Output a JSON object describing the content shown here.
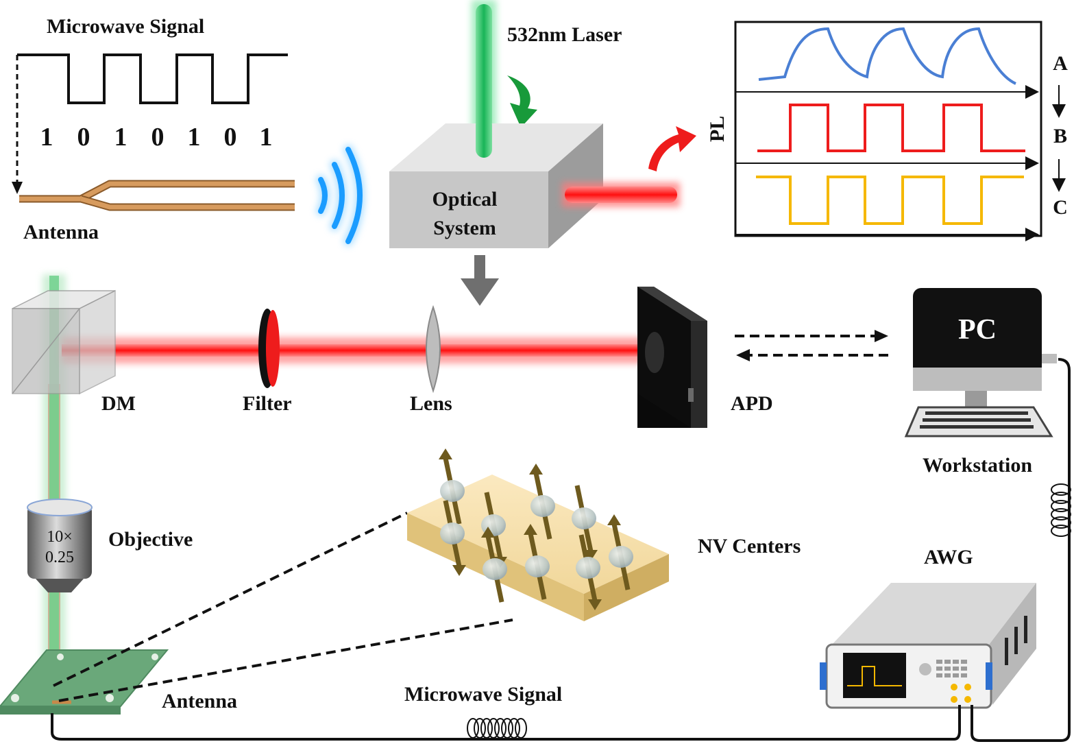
{
  "labels": {
    "microwave_signal_top": "Microwave Signal",
    "bits": [
      "1",
      "0",
      "1",
      "0",
      "1",
      "0",
      "1"
    ],
    "antenna_top": "Antenna",
    "laser": "532nm Laser",
    "optical_system_line1": "Optical",
    "optical_system_line2": "System",
    "pl_axis": "PL",
    "curve_a": "A",
    "curve_b": "B",
    "curve_c": "C",
    "dm": "DM",
    "filter": "Filter",
    "lens": "Lens",
    "apd": "APD",
    "pc_screen": "PC",
    "workstation": "Workstation",
    "objective": "Objective",
    "objective_mag": "10×",
    "objective_na": "0.25",
    "nv_centers": "NV Centers",
    "awg": "AWG",
    "antenna_bottom": "Antenna",
    "microwave_signal_bottom": "Microwave Signal"
  },
  "colors": {
    "curve_a": "#4a7fd4",
    "curve_b": "#ee1c1c",
    "curve_c": "#f5b800",
    "laser_green": "#1fbf5a",
    "laser_red": "#ff1a1a",
    "wifi_blue": "#1aa3ff",
    "antenna_copper": "#c8894a"
  }
}
